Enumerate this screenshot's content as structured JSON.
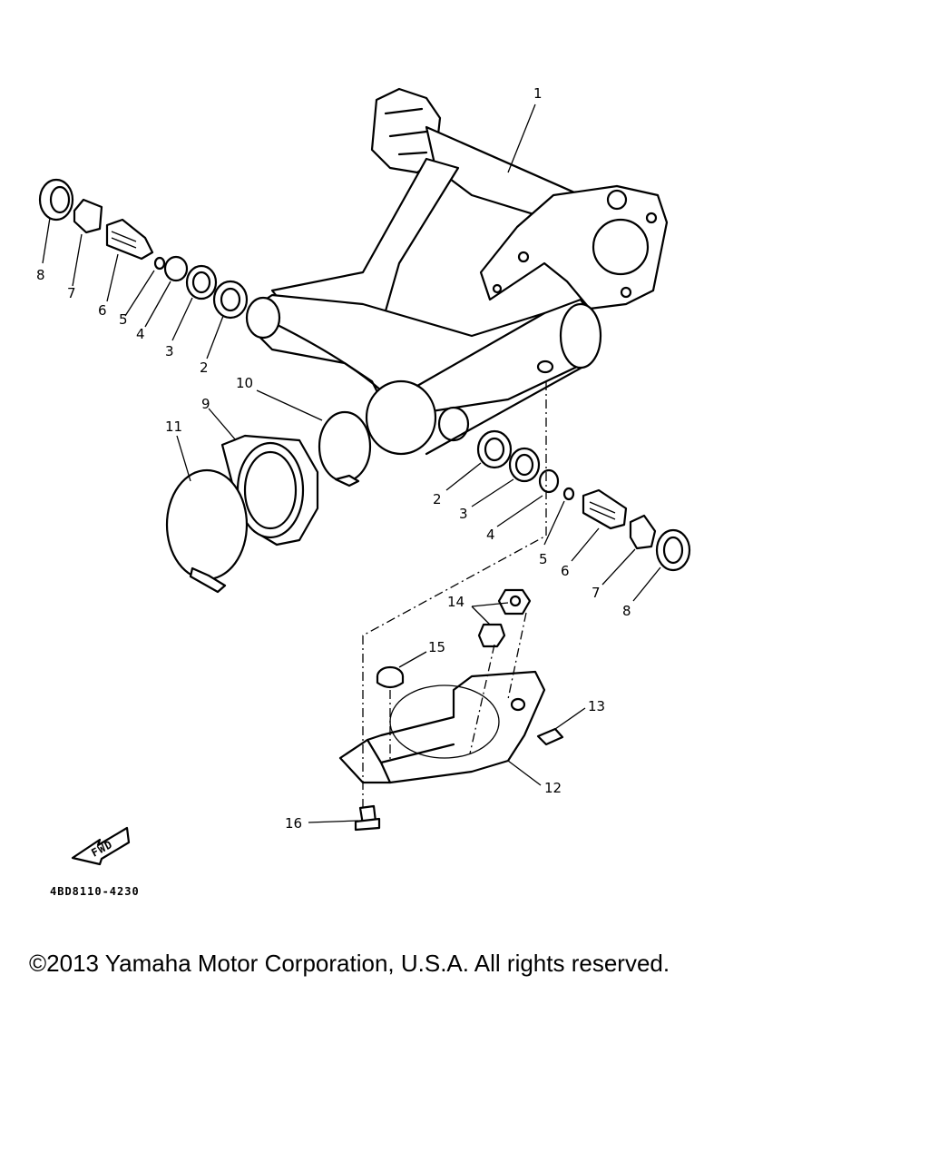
{
  "diagram": {
    "part_code": "4BD8110-4230",
    "fwd_label": "FWD",
    "callouts": [
      {
        "id": "c1",
        "text": "1"
      },
      {
        "id": "c2a",
        "text": "2"
      },
      {
        "id": "c2b",
        "text": "2"
      },
      {
        "id": "c3a",
        "text": "3"
      },
      {
        "id": "c3b",
        "text": "3"
      },
      {
        "id": "c4a",
        "text": "4"
      },
      {
        "id": "c4b",
        "text": "4"
      },
      {
        "id": "c5a",
        "text": "5"
      },
      {
        "id": "c5b",
        "text": "5"
      },
      {
        "id": "c6a",
        "text": "6"
      },
      {
        "id": "c6b",
        "text": "6"
      },
      {
        "id": "c7a",
        "text": "7"
      },
      {
        "id": "c7b",
        "text": "7"
      },
      {
        "id": "c8a",
        "text": "8"
      },
      {
        "id": "c8b",
        "text": "8"
      },
      {
        "id": "c9",
        "text": "9"
      },
      {
        "id": "c10",
        "text": "10"
      },
      {
        "id": "c11",
        "text": "11"
      },
      {
        "id": "c12",
        "text": "12"
      },
      {
        "id": "c13",
        "text": "13"
      },
      {
        "id": "c14",
        "text": "14"
      },
      {
        "id": "c15",
        "text": "15"
      },
      {
        "id": "c16",
        "text": "16"
      }
    ]
  },
  "footer": {
    "copyright": "©2013 Yamaha Motor Corporation, U.S.A. All rights reserved."
  }
}
